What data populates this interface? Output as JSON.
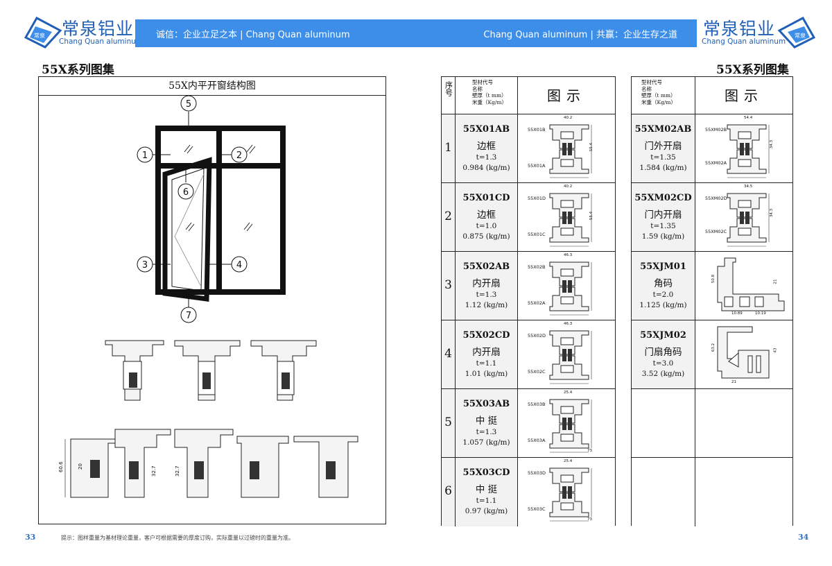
{
  "brand": {
    "name_cn": "常泉铝业",
    "name_en": "Chang Quan aluminum",
    "badge": "常泉",
    "logo_icon": "diamond-logo-icon",
    "color": "#1f5fb5"
  },
  "header": {
    "left_slogan": "诚信：企业立足之本",
    "left_brand": "Chang Quan aluminum",
    "right_brand": "Chang Quan aluminum",
    "right_slogan": "共赢：企业生存之道",
    "bar_color": "#3d8ee8"
  },
  "left_page": {
    "series_title": "55X系列图集",
    "frame_title": "55X内平开窗结构图",
    "callouts": [
      "1",
      "2",
      "3",
      "4",
      "5",
      "6",
      "7"
    ],
    "dimension_labels": [
      "60.6",
      "32.7",
      "32.7",
      "20"
    ],
    "page_number": "33",
    "note": "提示：图样重量为基材理论重量，客户可根据需要的厚度订购，实际重量以过磅时的重量为准。"
  },
  "right_page": {
    "series_title": "55X系列图集",
    "page_number": "34",
    "table_headers": {
      "seq": "序号",
      "spec_lines": [
        "型材代号",
        "名称",
        "壁厚（t mm）",
        "米重（Kg/m）"
      ],
      "figure": "图示"
    },
    "table1": [
      {
        "no": "1",
        "code": "55X01AB",
        "name": "边框",
        "thickness": "t=1.3",
        "weight": "0.984 (kg/m)",
        "labels": [
          "55X01B",
          "55X01A"
        ],
        "dims": [
          "40.2",
          "55.4"
        ]
      },
      {
        "no": "2",
        "code": "55X01CD",
        "name": "边框",
        "thickness": "t=1.0",
        "weight": "0.875 (kg/m)",
        "labels": [
          "55X01D",
          "55X01C"
        ],
        "dims": [
          "40.2",
          "55.4"
        ]
      },
      {
        "no": "3",
        "code": "55X02AB",
        "name": "内开扇",
        "thickness": "t=1.3",
        "weight": "1.12 (kg/m)",
        "labels": [
          "55X02B",
          "55X02A"
        ],
        "dims": [
          "46.3"
        ]
      },
      {
        "no": "4",
        "code": "55X02CD",
        "name": "内开扇",
        "thickness": "t=1.1",
        "weight": "1.01 (kg/m)",
        "labels": [
          "55X02D",
          "55X02C"
        ],
        "dims": [
          "46.3"
        ]
      },
      {
        "no": "5",
        "code": "55X03AB",
        "name": "中 挺",
        "thickness": "t=1.3",
        "weight": "1.057 (kg/m)",
        "labels": [
          "55X03B",
          "55X03A"
        ],
        "dims": [
          "25.4",
          "73"
        ]
      },
      {
        "no": "6",
        "code": "55X03CD",
        "name": "中 挺",
        "thickness": "t=1.1",
        "weight": "0.97 (kg/m)",
        "labels": [
          "55X03D",
          "55X03C"
        ],
        "dims": [
          "25.4",
          "73"
        ]
      }
    ],
    "table2": [
      {
        "code": "55XM02AB",
        "name": "门外开扇",
        "thickness": "t=1.35",
        "weight": "1.584 (kg/m)",
        "labels": [
          "55XM02B",
          "55XM02A"
        ],
        "dims": [
          "54.4",
          "34.3"
        ]
      },
      {
        "code": "55XM02CD",
        "name": "门内开扇",
        "thickness": "t=1.35",
        "weight": "1.59 (kg/m)",
        "labels": [
          "55XM02D",
          "55XM02C"
        ],
        "dims": [
          "34.5",
          "34.3"
        ]
      },
      {
        "code": "55XJM01",
        "name": "角码",
        "thickness": "t=2.0",
        "weight": "1.125 (kg/m)",
        "labels": [],
        "dims": [
          "50.8",
          "21",
          "10.89",
          "10.19"
        ]
      },
      {
        "code": "55XJM02",
        "name": "门扇角码",
        "thickness": "t=3.0",
        "weight": "3.52 (kg/m)",
        "labels": [],
        "dims": [
          "63.2",
          "43",
          "21"
        ]
      },
      {
        "code": "",
        "name": "",
        "thickness": "",
        "weight": "",
        "labels": [],
        "dims": []
      },
      {
        "code": "",
        "name": "",
        "thickness": "",
        "weight": "",
        "labels": [],
        "dims": []
      }
    ]
  }
}
